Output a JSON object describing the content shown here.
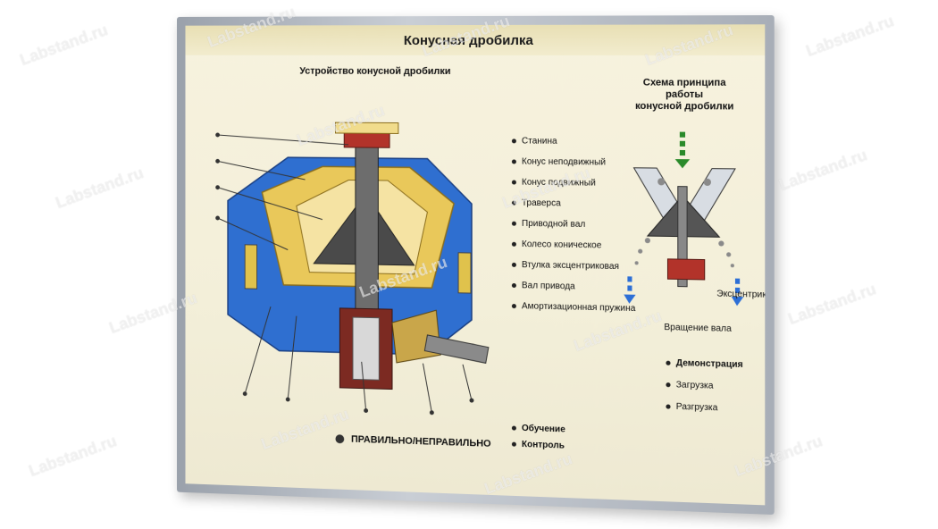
{
  "board": {
    "title": "Конусная дробилка",
    "left_subtitle": "Устройство конусной дробилки",
    "right_subtitle_line1": "Схема принципа работы",
    "right_subtitle_line2": "конусной дробилки",
    "parts": [
      "Станина",
      "Конус неподвижный",
      "Конус подвижный",
      "Траверса",
      "Приводной вал",
      "Колесо коническое",
      "Втулка эксцентриковая",
      "Вал привода",
      "Амортизационная пружина"
    ],
    "modes_top": "Обучение",
    "modes_bottom": "Контроль",
    "right_wrong_button": "ПРАВИЛЬНО/НЕПРАВИЛЬНО",
    "demo": "Демонстрация",
    "load": "Загрузка",
    "unload": "Разгрузка",
    "eccentric_label": "Эксцентрик",
    "rotation_label": "Вращение вала"
  },
  "watermark": "Labstand.ru",
  "colors": {
    "machine_blue": "#2f6fd0",
    "machine_yellow": "#e9c85a",
    "machine_dark": "#4a4a4a",
    "machine_red": "#b2332a",
    "arrow_blue": "#2d6fd6",
    "arrow_green": "#2a8a2a"
  }
}
